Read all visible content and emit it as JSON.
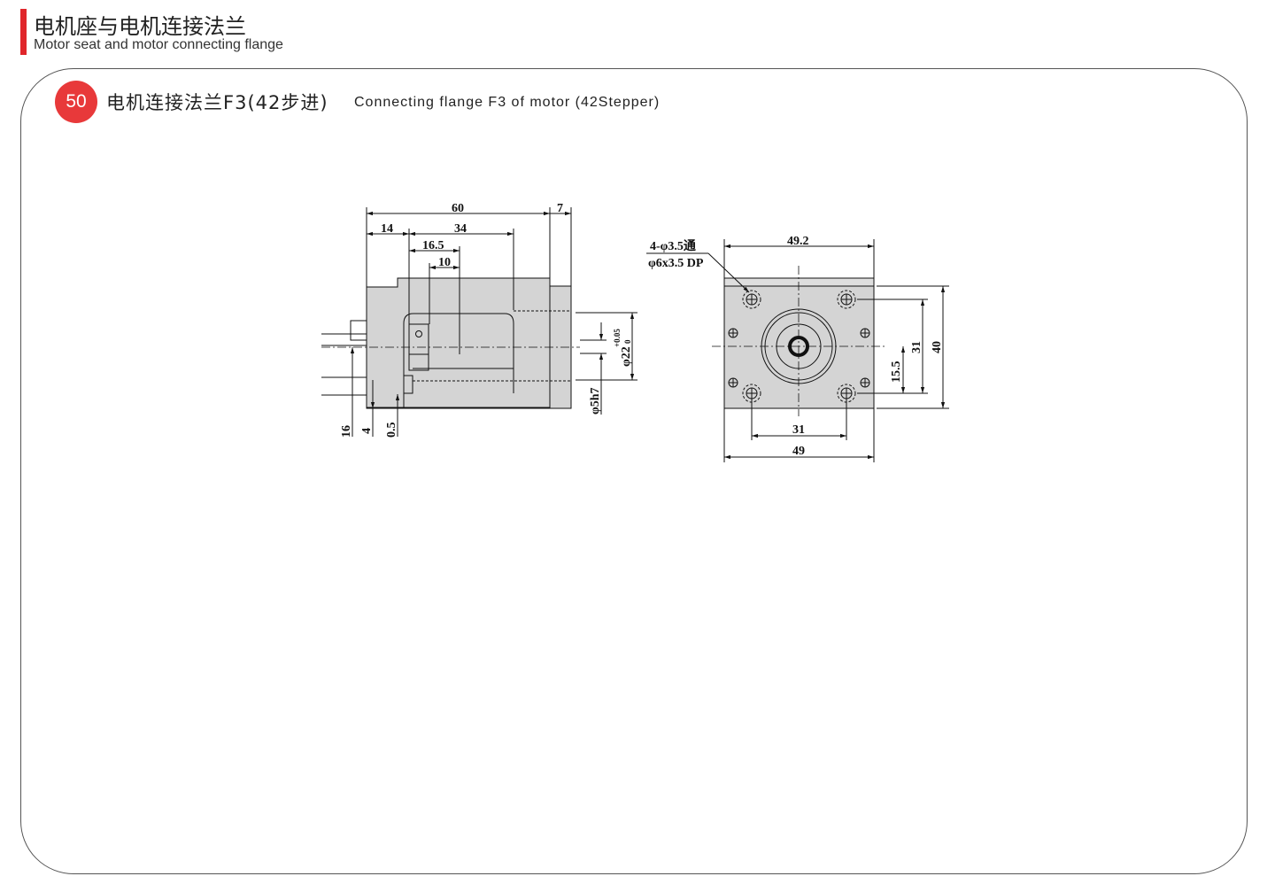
{
  "header": {
    "title_cn": "电机座与电机连接法兰",
    "title_en": "Motor seat and motor connecting flange"
  },
  "section": {
    "number": "50",
    "title_cn": "电机连接法兰F3(42步进)",
    "title_en": "Connecting flange F3 of motor (42Stepper)"
  },
  "side_view": {
    "dims": {
      "d60": "60",
      "d7": "7",
      "d14": "14",
      "d34": "34",
      "d16_5": "16.5",
      "d10": "10",
      "d16": "16",
      "d4": "4",
      "d0_5": "0.5",
      "bore": "φ22",
      "bore_tol_upper": "+0.05",
      "bore_tol_lower": "0",
      "shaft": "φ5h7"
    }
  },
  "front_view": {
    "dims": {
      "d49_2": "49.2",
      "d49": "49",
      "d31_h": "31",
      "d31_v": "31",
      "d40": "40",
      "d15_5": "15.5"
    },
    "hole_note_line1": "4-φ3.5通",
    "hole_note_line2": "φ6x3.5 DP"
  }
}
